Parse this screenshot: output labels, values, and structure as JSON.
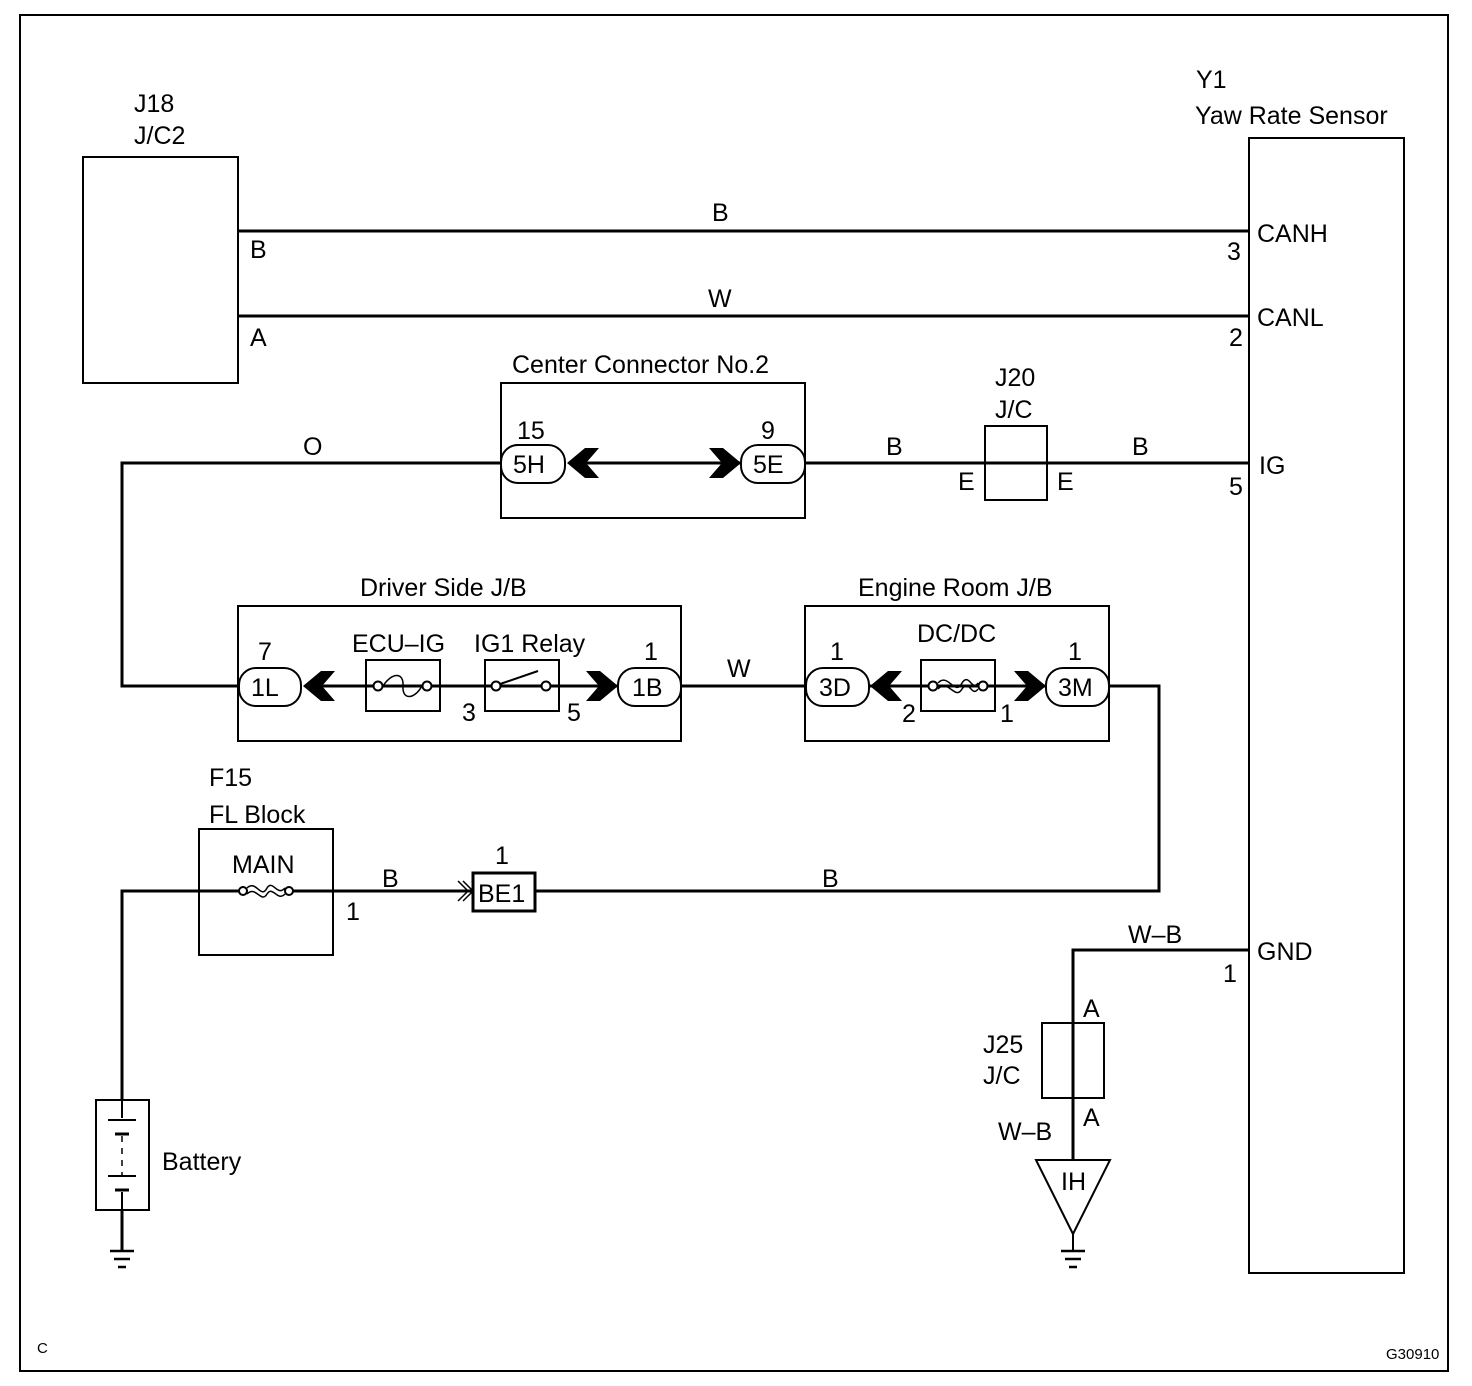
{
  "components": {
    "j18": {
      "id": "J18",
      "name": "J/C2",
      "pin_b": "B",
      "pin_a": "A"
    },
    "y1": {
      "id": "Y1",
      "name": "Yaw Rate Sensor",
      "canh": "CANH",
      "canh_pin": "3",
      "canl": "CANL",
      "canl_pin": "2",
      "ig": "IG",
      "ig_pin": "5",
      "gnd": "GND",
      "gnd_pin": "1"
    },
    "center_connector": {
      "title": "Center Connector No.2",
      "left_conn": "5H",
      "left_pin": "15",
      "right_conn": "5E",
      "right_pin": "9"
    },
    "j20": {
      "id": "J20",
      "name": "J/C",
      "left_pin": "E",
      "right_pin": "E"
    },
    "driver_jb": {
      "title": "Driver Side J/B",
      "left_conn": "1L",
      "left_pin": "7",
      "fuse": "ECU–IG",
      "relay": "IG1 Relay",
      "relay_in": "3",
      "relay_out": "5",
      "right_conn": "1B",
      "right_pin": "1"
    },
    "engine_jb": {
      "title": "Engine Room J/B",
      "left_conn": "3D",
      "left_pin": "1",
      "fuse_left_pin": "2",
      "fuse": "DC/DC",
      "fuse_right_pin": "1",
      "right_conn": "3M",
      "right_pin": "1"
    },
    "f15": {
      "id": "F15",
      "name": "FL Block",
      "fuse": "MAIN",
      "out_pin": "1"
    },
    "be1": {
      "conn": "BE1",
      "pin": "1"
    },
    "j25": {
      "id": "J25",
      "name": "J/C",
      "top_pin": "A",
      "bottom_pin": "A"
    },
    "ground_point": {
      "label": "IH"
    },
    "battery": {
      "label": "Battery"
    }
  },
  "wires": {
    "canh": "B",
    "canl": "W",
    "ig_left": "O",
    "ig_mid": "B",
    "ig_right": "B",
    "jb_link": "W",
    "fl_out": "B",
    "be1_out": "B",
    "gnd_top": "W–B",
    "gnd_bottom": "W–B"
  },
  "footer": {
    "corner_code": "C",
    "figure_id": "G30910"
  }
}
